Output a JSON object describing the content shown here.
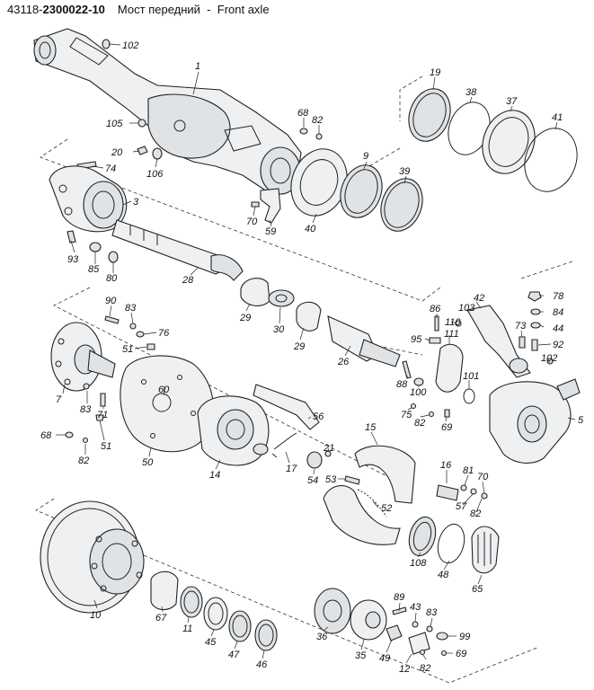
{
  "header": {
    "code_prefix": "43118-",
    "code_bold": "2300022-10",
    "title_ru": "Мост передний",
    "title_dash": "-",
    "title_en": "Front  axle"
  },
  "callouts": [
    "1",
    "102",
    "105",
    "20",
    "106",
    "74",
    "3",
    "93",
    "85",
    "80",
    "28",
    "68",
    "82",
    "70",
    "59",
    "40",
    "9",
    "39",
    "19",
    "38",
    "37",
    "41",
    "29",
    "30",
    "29b",
    "26",
    "90",
    "83",
    "76",
    "51",
    "7",
    "60",
    "50",
    "83b",
    "71",
    "51b",
    "68b",
    "82b",
    "14",
    "56",
    "17",
    "21",
    "54",
    "15",
    "53",
    "52",
    "16",
    "81",
    "70b",
    "57",
    "82c",
    "108",
    "48",
    "65",
    "86",
    "95",
    "110",
    "103",
    "42",
    "111",
    "73",
    "78",
    "84",
    "44",
    "92",
    "102b",
    "88",
    "100",
    "101",
    "75",
    "82d",
    "69",
    "5",
    "10",
    "67",
    "11",
    "45",
    "47",
    "46",
    "36",
    "35",
    "49",
    "12",
    "89",
    "43",
    "83c",
    "82e",
    "99",
    "69b"
  ],
  "callout_labels": {
    "1": "1",
    "102": "102",
    "105": "105",
    "20": "20",
    "106": "106",
    "74": "74",
    "3": "3",
    "93": "93",
    "85": "85",
    "80": "80",
    "28": "28",
    "68": "68",
    "82": "82",
    "70": "70",
    "59": "59",
    "40": "40",
    "9": "9",
    "39": "39",
    "19": "19",
    "38": "38",
    "37": "37",
    "41": "41",
    "29": "29",
    "30": "30",
    "29b": "29",
    "26": "26",
    "90": "90",
    "83": "83",
    "76": "76",
    "51": "51",
    "7": "7",
    "60": "60",
    "50": "50",
    "83b": "83",
    "71": "71",
    "51b": "51",
    "68b": "68",
    "82b": "82",
    "14": "14",
    "56": "56",
    "17": "17",
    "21": "21",
    "54": "54",
    "15": "15",
    "53": "53",
    "52": "52",
    "16": "16",
    "81": "81",
    "70b": "70",
    "57": "57",
    "82c": "82",
    "108": "108",
    "48": "48",
    "65": "65",
    "86": "86",
    "95": "95",
    "110": "110",
    "103": "103",
    "42": "42",
    "111": "111",
    "73": "73",
    "78": "78",
    "84": "84",
    "44": "44",
    "92": "92",
    "102b": "102",
    "88": "88",
    "100": "100",
    "101": "101",
    "75": "75",
    "82d": "82",
    "69": "69",
    "5": "5",
    "10": "10",
    "67": "67",
    "11": "11",
    "45": "45",
    "47": "47",
    "46": "46",
    "36": "36",
    "35": "35",
    "49": "49",
    "12": "12",
    "89": "89",
    "43": "43",
    "83c": "83",
    "82e": "82",
    "99": "99",
    "69b": "69"
  }
}
